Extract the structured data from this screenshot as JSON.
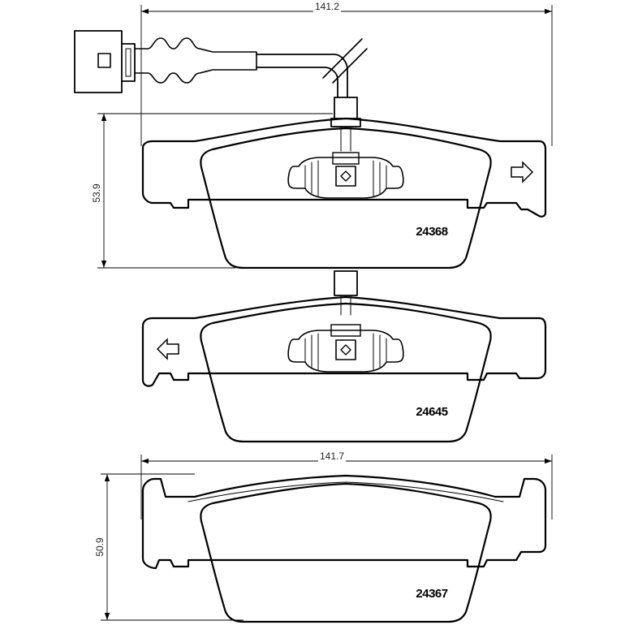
{
  "dimensions": {
    "top_width": "141.2",
    "top_height": "53.9",
    "bottom_width": "141.7",
    "bottom_height": "50.9"
  },
  "parts": {
    "pad_top": "24368",
    "pad_middle": "24645",
    "pad_bottom": "24367"
  },
  "icons": [
    "connector-plug-icon",
    "direction-arrow-right-icon",
    "direction-arrow-left-icon"
  ],
  "colors": {
    "line": "#000000",
    "background": "#ffffff"
  }
}
